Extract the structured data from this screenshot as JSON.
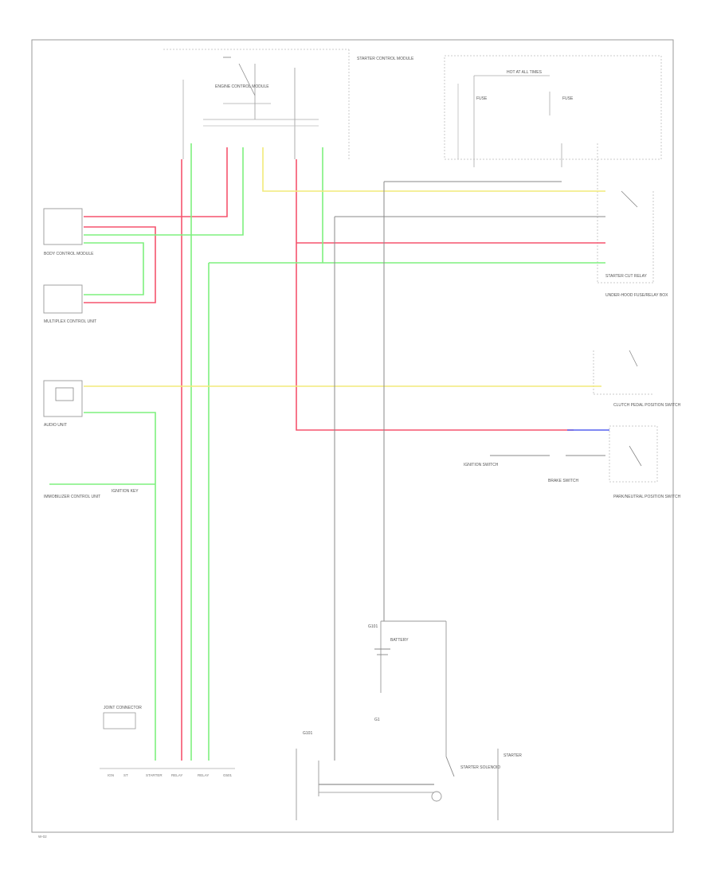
{
  "colors": {
    "red": "#f5546e",
    "green": "#7ff07f",
    "yellow": "#f2ea7a",
    "gray": "#8a8a8a",
    "blue": "#5560ef",
    "frame": "#999999"
  },
  "labels": {
    "module_a": "STARTER CONTROL MODULE",
    "module_b": "ENGINE CONTROL MODULE",
    "block_1": "HOT AT ALL TIMES",
    "block_2": "FUSE",
    "block_3": "FUSE",
    "fuse_box_right": "UNDER-HOOD FUSE/RELAY BOX",
    "relay_right": "STARTER CUT RELAY",
    "switch_right": "CLUTCH PEDAL POSITION SWITCH",
    "ignition_switch": "IGNITION SWITCH",
    "brake_switch": "BRAKE SWITCH",
    "park_neutral": "PARK/NEUTRAL POSITION SWITCH",
    "left_box_1": "BODY CONTROL MODULE",
    "left_box_2": "MULTIPLEX CONTROL UNIT",
    "left_box_3": "AUDIO UNIT",
    "left_label_4": "IMMOBILIZER CONTROL UNIT",
    "left_label_4b": "IGNITION KEY",
    "connector_center": "G101",
    "connector_center2": "G101",
    "battery": "BATTERY",
    "ground_center": "G1",
    "starter_label": "STARTER",
    "starter_solenoid": "STARTER SOLENOID",
    "bottom_left_box": "JOINT CONNECTOR",
    "bottom_pins_1": "IGN",
    "bottom_pins_2": "ST",
    "bottom_pins_3": "STARTER",
    "bottom_pins_4": "RELAY",
    "bottom_pins_5": "RELAY",
    "bottom_pins_6": "G501",
    "footer_code": "W-02"
  }
}
